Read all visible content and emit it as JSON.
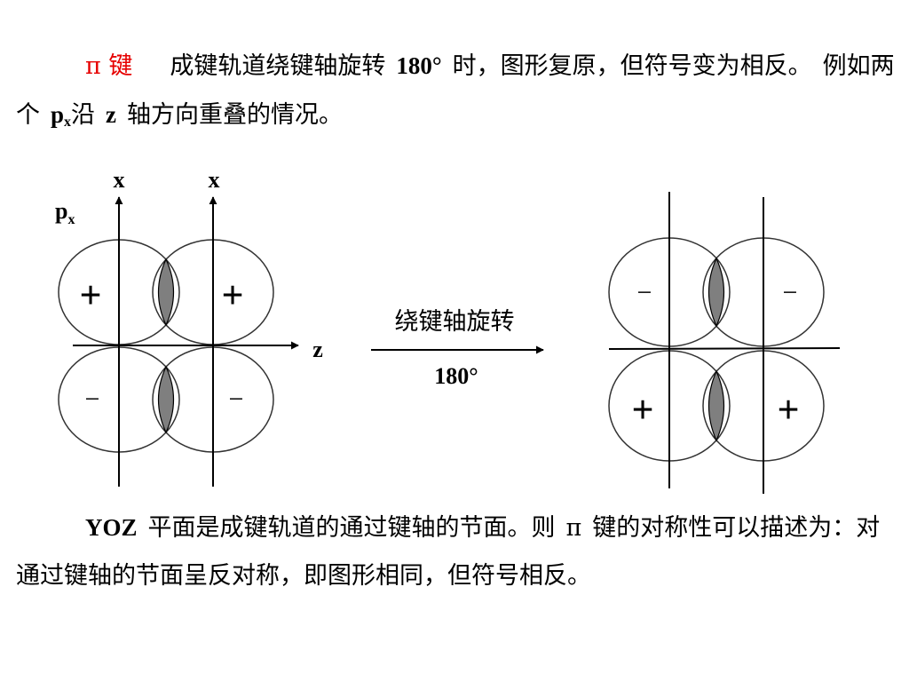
{
  "intro": {
    "term": "π 键",
    "text_a": "成键轨道绕键轴旋转",
    "angle": "180°",
    "text_b": "时，图形复原，但符号变为相反。",
    "text_c": "例如两个",
    "p_letter": "p",
    "p_sub": "x",
    "text_d": "沿",
    "axis_z": "z",
    "text_e": "轴方向重叠的情况。"
  },
  "diagram": {
    "left": {
      "axis_label_x1": "x",
      "axis_label_x2": "x",
      "orbital_label": "p",
      "orbital_sub": "x",
      "axis_label_z": "z",
      "signs": {
        "top_left": "+",
        "top_right": "+",
        "bottom_left": "−",
        "bottom_right": "−"
      }
    },
    "arrow": {
      "label_top": "绕键轴旋转",
      "label_bottom": "180°"
    },
    "right": {
      "signs": {
        "top_left": "−",
        "top_right": "−",
        "bottom_left": "+",
        "bottom_right": "+"
      }
    },
    "colors": {
      "overlap_fill": "#7f7f7f",
      "line": "#000000",
      "lobe_stroke": "#333333"
    }
  },
  "conclusion": {
    "plane": "YOZ",
    "text_a": "平面是成键轨道的通过键轴的节面。则",
    "pi": "π",
    "text_b": "键的对称性可以描述为：对通过键轴的节面呈反对称，即图形相同，但符号相反。"
  }
}
